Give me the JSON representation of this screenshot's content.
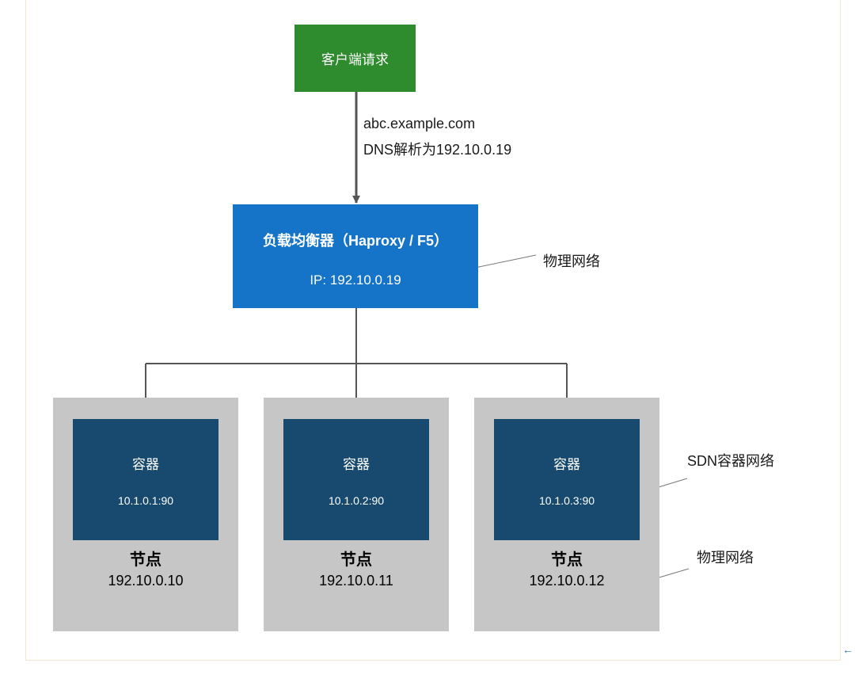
{
  "client": {
    "label": "客户端请求"
  },
  "dns": {
    "line1": "abc.example.com",
    "line2": "DNS解析为192.10.0.19"
  },
  "load_balancer": {
    "title": "负载均衡器（Haproxy / F5）",
    "ip": "IP: 192.10.0.19"
  },
  "annotations": {
    "lb_network": "物理网络",
    "sdn_network": "SDN容器网络",
    "node_network": "物理网络"
  },
  "nodes": [
    {
      "title": "节点",
      "ip": "192.10.0.10",
      "container": {
        "title": "容器",
        "addr": "10.1.0.1:90"
      }
    },
    {
      "title": "节点",
      "ip": "192.10.0.11",
      "container": {
        "title": "容器",
        "addr": "10.1.0.2:90"
      }
    },
    {
      "title": "节点",
      "ip": "192.10.0.12",
      "container": {
        "title": "容器",
        "addr": "10.1.0.3:90"
      }
    }
  ],
  "colors": {
    "client": "#2e8b2e",
    "load_balancer": "#1574c8",
    "node": "#c6c6c6",
    "container": "#174a6e",
    "connector": "#555555"
  },
  "icons": {
    "corner": "return-arrow-icon"
  }
}
